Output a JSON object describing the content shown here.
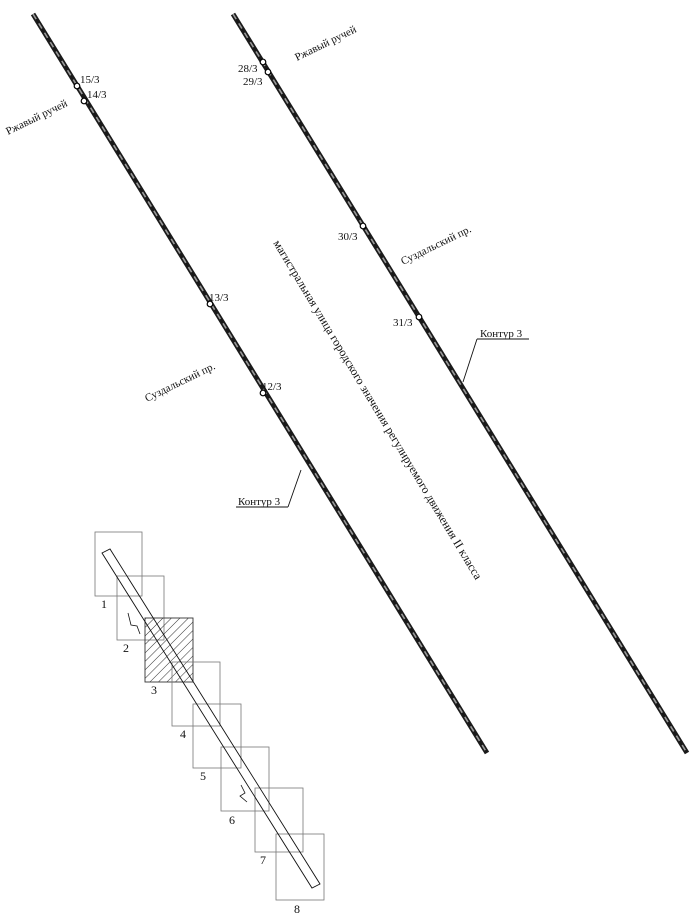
{
  "boundary_points": {
    "p15": "15/3",
    "p14": "14/3",
    "p13": "13/3",
    "p12": "12/3",
    "p28": "28/3",
    "p29": "29/3",
    "p30": "30/3",
    "p31": "31/3"
  },
  "street_labels": {
    "rzhavy_left": "Ржавый ручей",
    "rzhavy_right": "Ржавый ручей",
    "suzdalsky_left": "Суздальский пр.",
    "suzdalsky_right": "Суздальский пр."
  },
  "road_class_label": "магистральная улица городского значения регулируемого движения II класса",
  "contour_labels": {
    "left": "Контур 3",
    "right": "Контур 3"
  },
  "key_map": {
    "sheets": [
      "1",
      "2",
      "3",
      "4",
      "5",
      "6",
      "7",
      "8"
    ],
    "highlighted_sheet": "3",
    "hatch_color": "#333333"
  },
  "colors": {
    "line": "#1a1a1a",
    "dash": "#9a9a9a"
  }
}
